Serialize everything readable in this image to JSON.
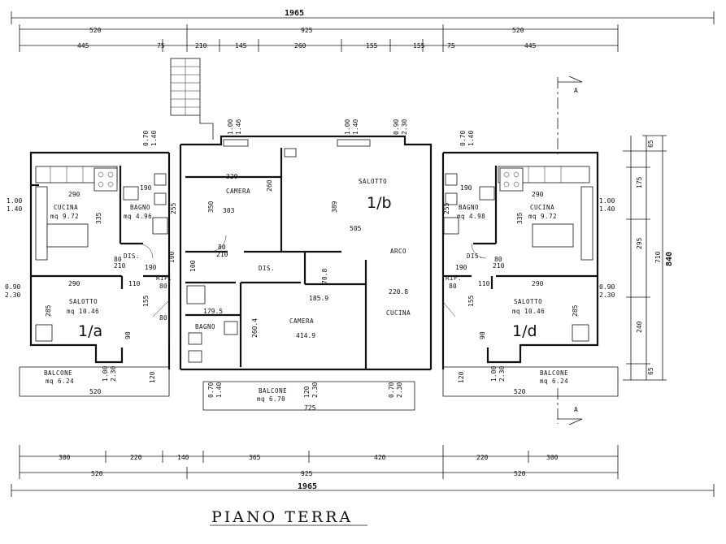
{
  "title": "PIANO TERRA",
  "section_mark": "A",
  "units": {
    "a": "1/a",
    "b": "1/b",
    "d": "1/d"
  },
  "dims": {
    "total": "1965",
    "top_row1": [
      "520",
      "925",
      "520"
    ],
    "top_row2": [
      "445",
      "75",
      "210",
      "145",
      "260",
      "155",
      "155",
      "75",
      "445"
    ],
    "bottom_row1": [
      "300",
      "220",
      "140",
      "365",
      "420",
      "220",
      "300"
    ],
    "bottom_row2": [
      "520",
      "925",
      "520"
    ],
    "right": {
      "total": "840",
      "sub": "710",
      "parts": [
        "65",
        "175",
        "295",
        "240",
        "65"
      ]
    },
    "balcony_center_width": "725"
  },
  "rooms": {
    "cucina": "CUCINA",
    "bagno": "BAGNO",
    "salotto": "SALOTTO",
    "dis": "DIS.",
    "rip": "RIP.",
    "balcone": "BALCONE",
    "camera": "CAMERA",
    "arco": "ARCO",
    "cucina_a_area": "mq 9.72",
    "bagno_a_area": "mq 4.96",
    "salotto_a_area": "mq 10.46",
    "balcone_a_area": "mq 6.24",
    "cucina_d_area": "mq 9.72",
    "bagno_d_area": "mq 4.98",
    "salotto_d_area": "mq 10.46",
    "balcone_d_area": "mq 6.24",
    "balcone_b_area": "mq 6.70"
  },
  "inner": {
    "a_290_top": "290",
    "a_190_top": "190",
    "a_335": "335",
    "a_255": "255",
    "a_80": "80",
    "a_210": "210",
    "a_190_mid": "190",
    "a_290_mid": "290",
    "a_110": "110",
    "a_80b": "80",
    "a_285": "285",
    "a_155": "155",
    "a_90": "90",
    "a_120": "120",
    "a_100": "100",
    "a_230": "2.30",
    "b_320": "320",
    "b_350": "350",
    "b_260": "260",
    "b_303": "303",
    "b_389": "389",
    "b_505": "505",
    "b_100": "100",
    "b_80": "80",
    "b_210": "210",
    "b_708": "70.8",
    "b_1859": "185.9",
    "b_2208": "220.8",
    "b_1795": "179.5",
    "b_2604": "260.4",
    "b_4149": "414.9",
    "win_090": "0.90",
    "win_100": "1.00",
    "win_140": "1.40",
    "win_230": "2.30",
    "win_070": "0.70",
    "win_146": "1.46"
  }
}
